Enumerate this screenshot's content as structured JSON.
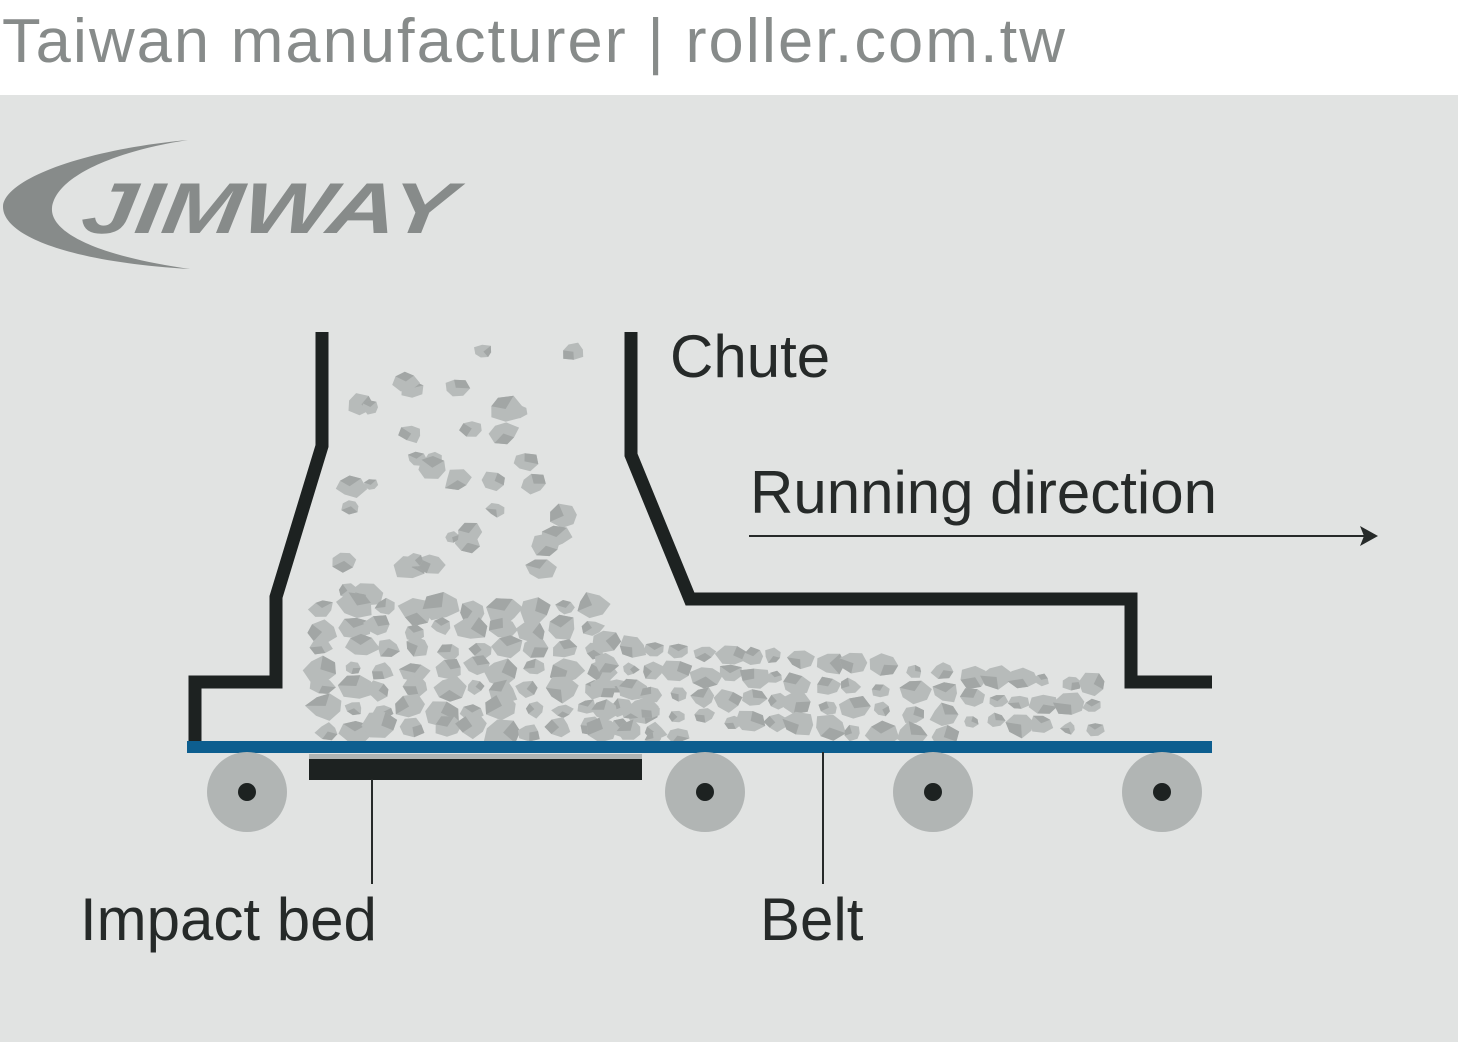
{
  "header": {
    "text": "Taiwan manufacturer | roller.com.tw"
  },
  "logo": {
    "text": "JIMWAY",
    "icon": "swoosh-arc-icon"
  },
  "labels": {
    "chute": "Chute",
    "running_direction": "Running direction",
    "impact_bed": "Impact bed",
    "belt": "Belt"
  },
  "colors": {
    "background_panel": "#e1e3e2",
    "header_text": "#878b8a",
    "logo": "#878b8a",
    "chute_frame": "#1d2221",
    "belt": "#0d5e8f",
    "impact_bed": "#1d2221",
    "roller": "#b1b5b4",
    "roller_axle": "#1d2221",
    "rock": "#b7bbba",
    "rock_shade": "#a2a6a5",
    "label_text": "#262a29"
  },
  "components": {
    "rollers_count": 4,
    "direction_arrow": "right"
  }
}
